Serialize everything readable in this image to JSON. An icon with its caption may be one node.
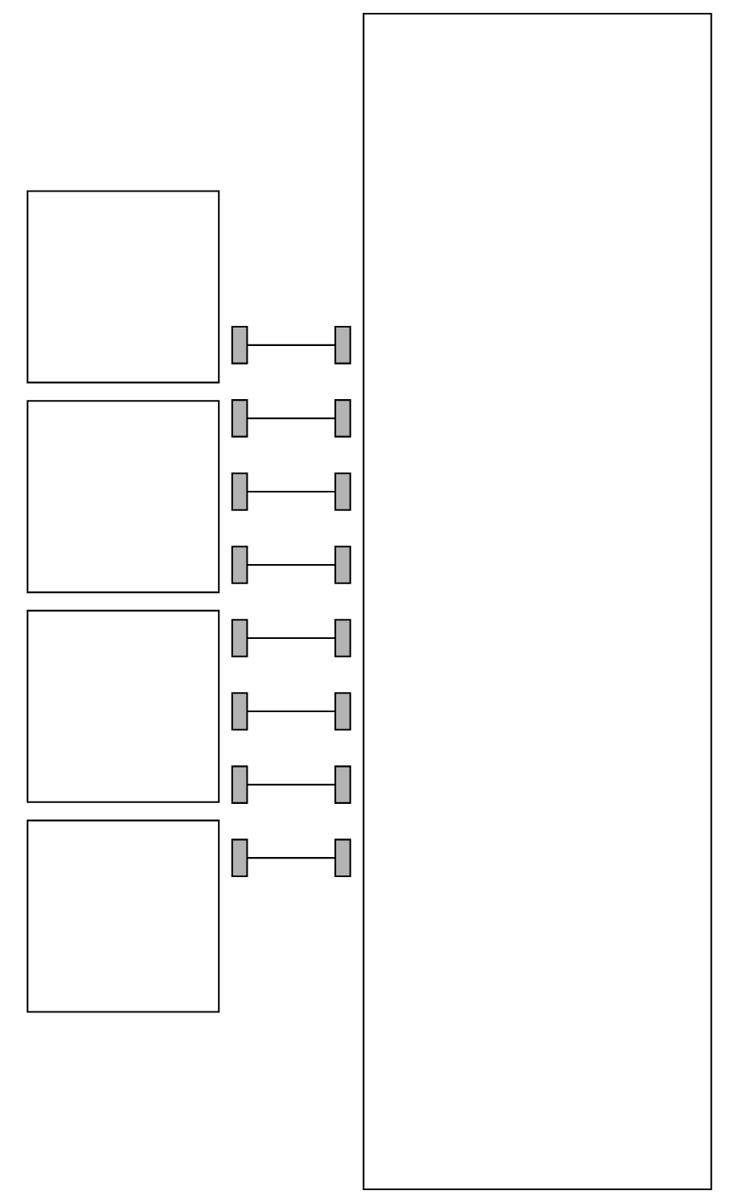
{
  "diagram": {
    "nodes": [
      {
        "text": [],
        "shape": "box"
      },
      {
        "text": [],
        "shape": "box"
      },
      {
        "text": [],
        "shape": "box"
      },
      {
        "text": [],
        "shape": "box"
      },
      {
        "text": [],
        "shape": "box"
      },
      {
        "text": [],
        "shape": "box"
      },
      {
        "text": [],
        "shape": "box"
      },
      {
        "text": [],
        "shape": "box"
      },
      {
        "text": [],
        "shape": "box"
      },
      {
        "text": [],
        "shape": "box"
      },
      {
        "text": [],
        "shape": "box"
      },
      {
        "text": [],
        "shape": "box"
      },
      {
        "text": [],
        "shape": "box"
      },
      {
        "text": [],
        "shape": "box"
      },
      {
        "text": [],
        "shape": "box"
      },
      {
        "text": [],
        "shape": "box"
      },
      {
        "text": [],
        "shape": "box"
      },
      {
        "text": [],
        "shape": "box"
      },
      {
        "text": [],
        "shape": "box"
      },
      {
        "text": [],
        "shape": "box"
      },
      {
        "text": [],
        "shape": "box"
      }
    ],
    "edges": [
      {
        "from": 5,
        "to": 13,
        "arrow": "none"
      },
      {
        "from": 6,
        "to": 14,
        "arrow": "none"
      },
      {
        "from": 7,
        "to": 15,
        "arrow": "none"
      },
      {
        "from": 8,
        "to": 16,
        "arrow": "none"
      },
      {
        "from": 9,
        "to": 17,
        "arrow": "none"
      },
      {
        "from": 10,
        "to": 18,
        "arrow": "none"
      },
      {
        "from": 11,
        "to": 19,
        "arrow": "none"
      },
      {
        "from": 12,
        "to": 20,
        "arrow": "none"
      }
    ]
  }
}
